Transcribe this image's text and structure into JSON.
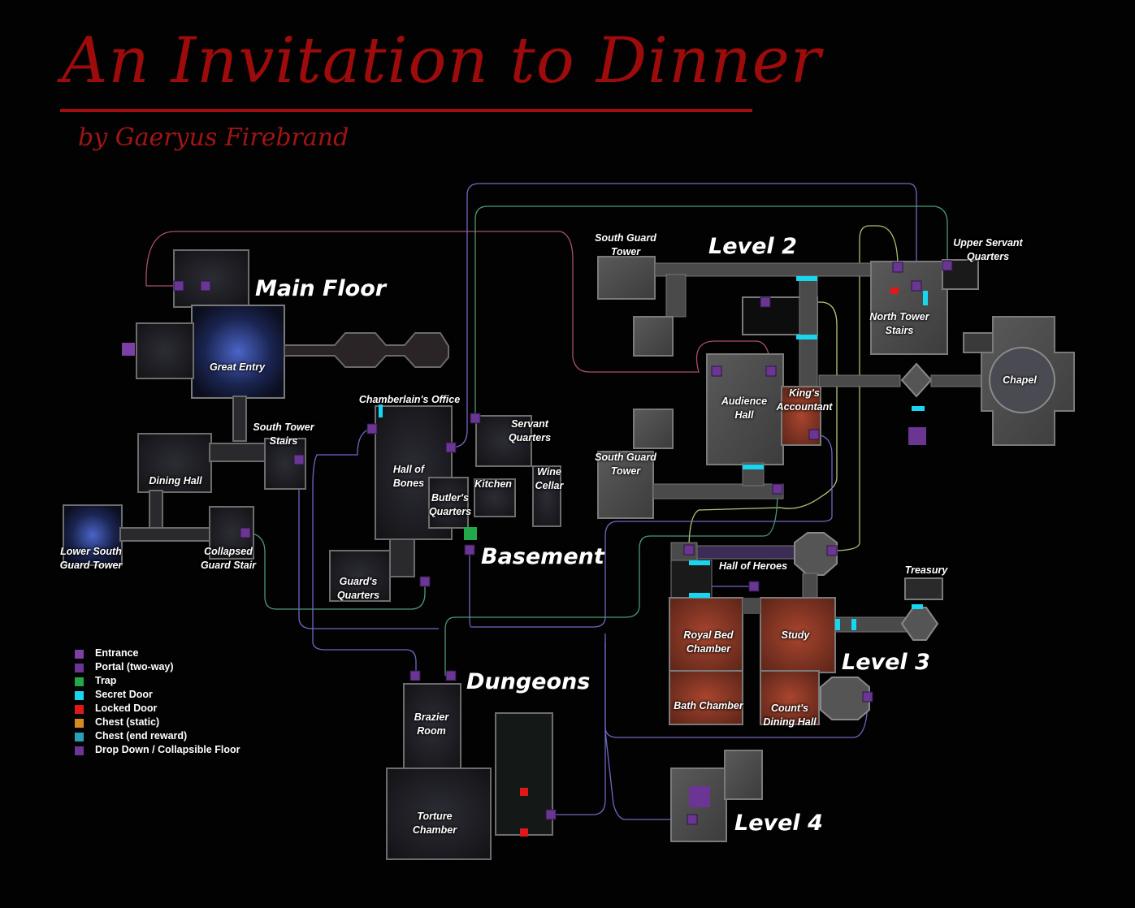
{
  "title": "An Invitation to Dinner",
  "byline": "by Gaeryus Firebrand",
  "colors": {
    "title_red": "#9d0b0b",
    "entrance": "#7b3fa6",
    "portal": "#6a3593",
    "trap": "#22a84a",
    "secret_door": "#19d6f0",
    "locked_door": "#e01818",
    "chest_static": "#d48a1e",
    "chest_end": "#2aa0b8"
  },
  "levels": {
    "main_floor": "Main Floor",
    "basement": "Basement",
    "dungeons": "Dungeons",
    "level2": "Level 2",
    "level3": "Level 3",
    "level4": "Level 4"
  },
  "rooms": {
    "great_entry": "Great Entry",
    "dining_hall": "Dining Hall",
    "south_tower_stairs": "South Tower\nStairs",
    "lower_south_guard_tower": "Lower South\nGuard Tower",
    "collapsed_guard_stair": "Collapsed\nGuard Stair",
    "chamberlains_office": "Chamberlain's Office",
    "servant_quarters": "Servant\nQuarters",
    "hall_of_bones": "Hall of\nBones",
    "butlers_quarters": "Butler's\nQuarters",
    "kitchen": "Kitchen",
    "wine_cellar": "Wine\nCellar",
    "guards_quarters": "Guard's\nQuarters",
    "brazier_room": "Brazier\nRoom",
    "torture_chamber": "Torture\nChamber",
    "south_guard_tower_a": "South Guard\nTower",
    "south_guard_tower_b": "South Guard\nTower",
    "audience_hall": "Audience\nHall",
    "kings_accountant": "King's\nAccountant",
    "north_tower_stairs": "North Tower\nStairs",
    "upper_servant_quarters": "Upper Servant\nQuarters",
    "chapel": "Chapel",
    "hall_of_heroes": "Hall of Heroes",
    "treasury": "Treasury",
    "royal_bed_chamber": "Royal Bed\nChamber",
    "study": "Study",
    "bath_chamber": "Bath Chamber",
    "counts_dining_hall": "Count's\nDining Hall"
  },
  "legend": [
    {
      "label": "Entrance",
      "icon": "entrance-square"
    },
    {
      "label": "Portal (two-way)",
      "icon": "portal-square"
    },
    {
      "label": "Trap",
      "icon": "trap-square"
    },
    {
      "label": "Secret Door",
      "icon": "secret-door-square"
    },
    {
      "label": "Locked Door",
      "icon": "locked-door-icon"
    },
    {
      "label": "Chest (static)",
      "icon": "chest-icon"
    },
    {
      "label": "Chest (end reward)",
      "icon": "end-chest-icon"
    },
    {
      "label": "Drop Down / Collapsible Floor",
      "icon": "drop-down-icon"
    }
  ]
}
